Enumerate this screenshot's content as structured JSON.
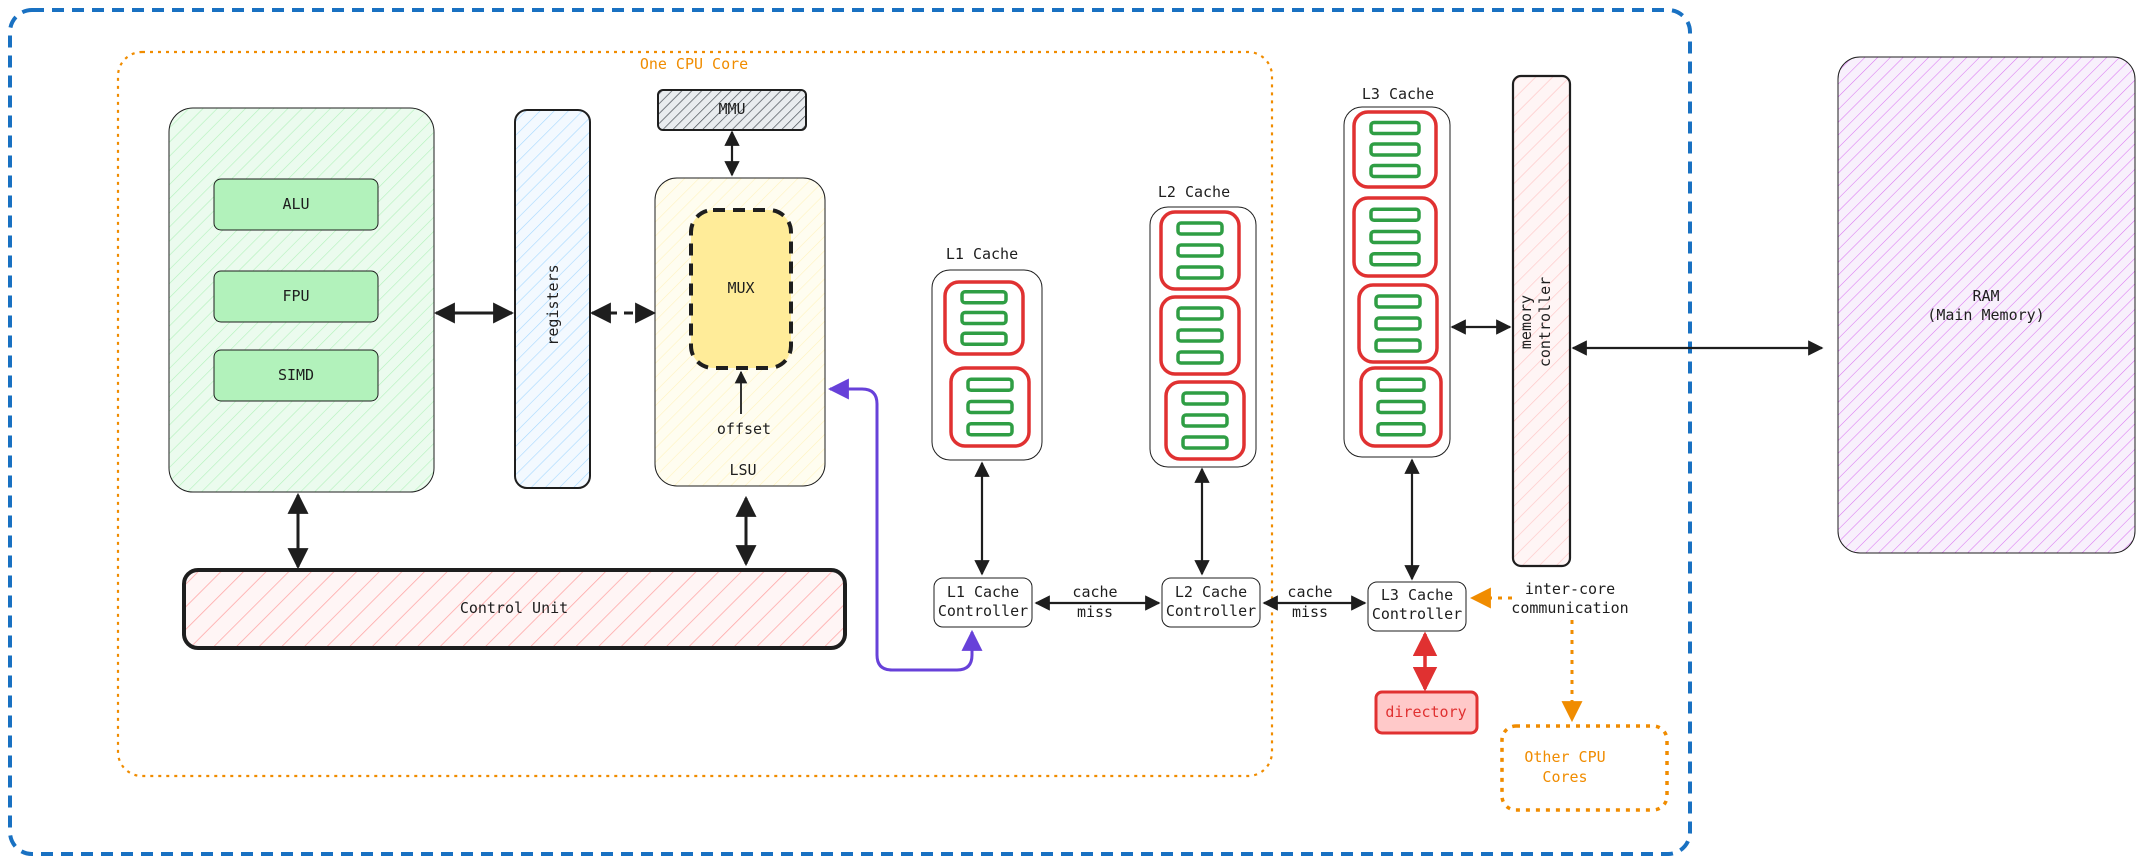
{
  "core": {
    "title": "One CPU Core",
    "alu": "ALU",
    "fpu": "FPU",
    "simd": "SIMD",
    "registers": "registers",
    "mmu": "MMU",
    "mux": "MUX",
    "offset": "offset",
    "lsu": "LSU",
    "control_unit": "Control Unit"
  },
  "caches": {
    "l1_title": "L1 Cache",
    "l2_title": "L2 Cache",
    "l3_title": "L3 Cache",
    "l1_controller": [
      "L1 Cache",
      "Controller"
    ],
    "l2_controller": [
      "L2 Cache",
      "Controller"
    ],
    "l3_controller": [
      "L3 Cache",
      "Controller"
    ],
    "cache_miss_1": [
      "cache",
      "miss"
    ],
    "cache_miss_2": [
      "cache",
      "miss"
    ]
  },
  "memory_controller": [
    "memory",
    "controller"
  ],
  "directory": "directory",
  "inter_core": [
    "inter-core",
    "communication"
  ],
  "other_cores": [
    "Other CPU",
    "Cores"
  ],
  "ram": [
    "RAM",
    "(Main Memory)"
  ],
  "colors": {
    "outer_border": "#1971c2",
    "core_border": "#f08c00",
    "exec_fill": "#ebfbee",
    "alu_fill": "#b2f2bb",
    "registers_fill": "#a5d8ff",
    "lsu_fill": "#fff9db",
    "mux_fill": "#ffec99",
    "control_hatch": "#ffa8a8",
    "cache_line": "#2f9e44",
    "cache_block": "#e03131",
    "directory_fill": "#ffc9c9",
    "purple_path": "#6741d9",
    "ram_hatch": "#be4bdb"
  }
}
